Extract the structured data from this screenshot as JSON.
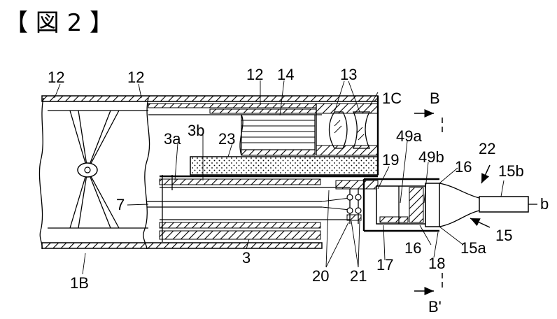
{
  "figure": {
    "title": "【 図 2 】"
  },
  "labels": {
    "l12a": "12",
    "l12b": "12",
    "l12c": "12",
    "l14": "14",
    "l13": "13",
    "l1C": "1C",
    "lB": "B",
    "l3a": "3a",
    "l3b": "3b",
    "l23": "23",
    "l19": "19",
    "l49a": "49a",
    "l49b": "49b",
    "l22": "22",
    "l16a": "16",
    "l15b": "15b",
    "lb": "b",
    "l7": "7",
    "l15": "15",
    "l15a": "15a",
    "l16b": "16",
    "l18": "18",
    "l17": "17",
    "l3": "3",
    "l20": "20",
    "l21": "21",
    "l1B": "1B",
    "lBp": "B'"
  }
}
